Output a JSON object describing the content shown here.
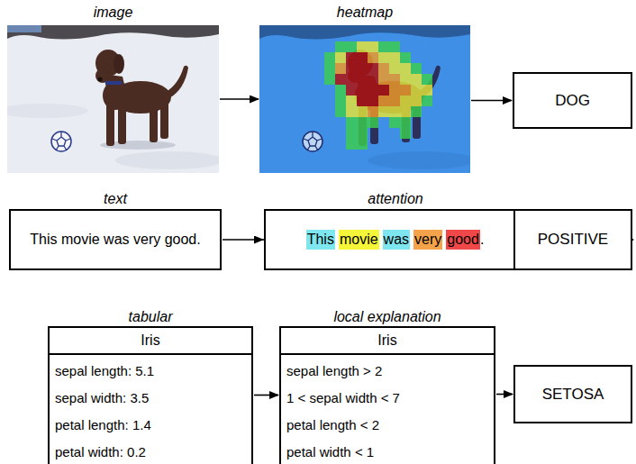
{
  "diagram": {
    "nodes": [
      {
        "text": [
          "image"
        ]
      },
      {
        "text": [
          "heatmap"
        ]
      },
      {
        "text": [
          "DOG"
        ]
      },
      {
        "text": [
          "text",
          "This movie was very good."
        ]
      },
      {
        "text": [
          "attention",
          "This",
          "movie",
          "was",
          "very",
          "good",
          "."
        ]
      },
      {
        "text": [
          "POSITIVE"
        ]
      },
      {
        "text": [
          "tabular",
          "Iris",
          "sepal length: 5.1",
          "sepal width: 3.5",
          "petal length: 1.4",
          "petal width: 0.2"
        ]
      },
      {
        "text": [
          "local explanation",
          "Iris",
          "sepal length > 2",
          "1 < sepal width < 7",
          "petal length < 2",
          "petal width < 1"
        ]
      },
      {
        "text": [
          "SETOSA"
        ]
      }
    ],
    "edges": [
      {
        "from": 0,
        "to": 1,
        "arrow": "to"
      },
      {
        "from": 1,
        "to": 2,
        "arrow": "to"
      },
      {
        "from": 3,
        "to": 4,
        "arrow": "to"
      },
      {
        "from": 4,
        "to": 5,
        "arrow": "to"
      },
      {
        "from": 6,
        "to": 7,
        "arrow": "to"
      },
      {
        "from": 7,
        "to": 8,
        "arrow": "to"
      }
    ]
  }
}
